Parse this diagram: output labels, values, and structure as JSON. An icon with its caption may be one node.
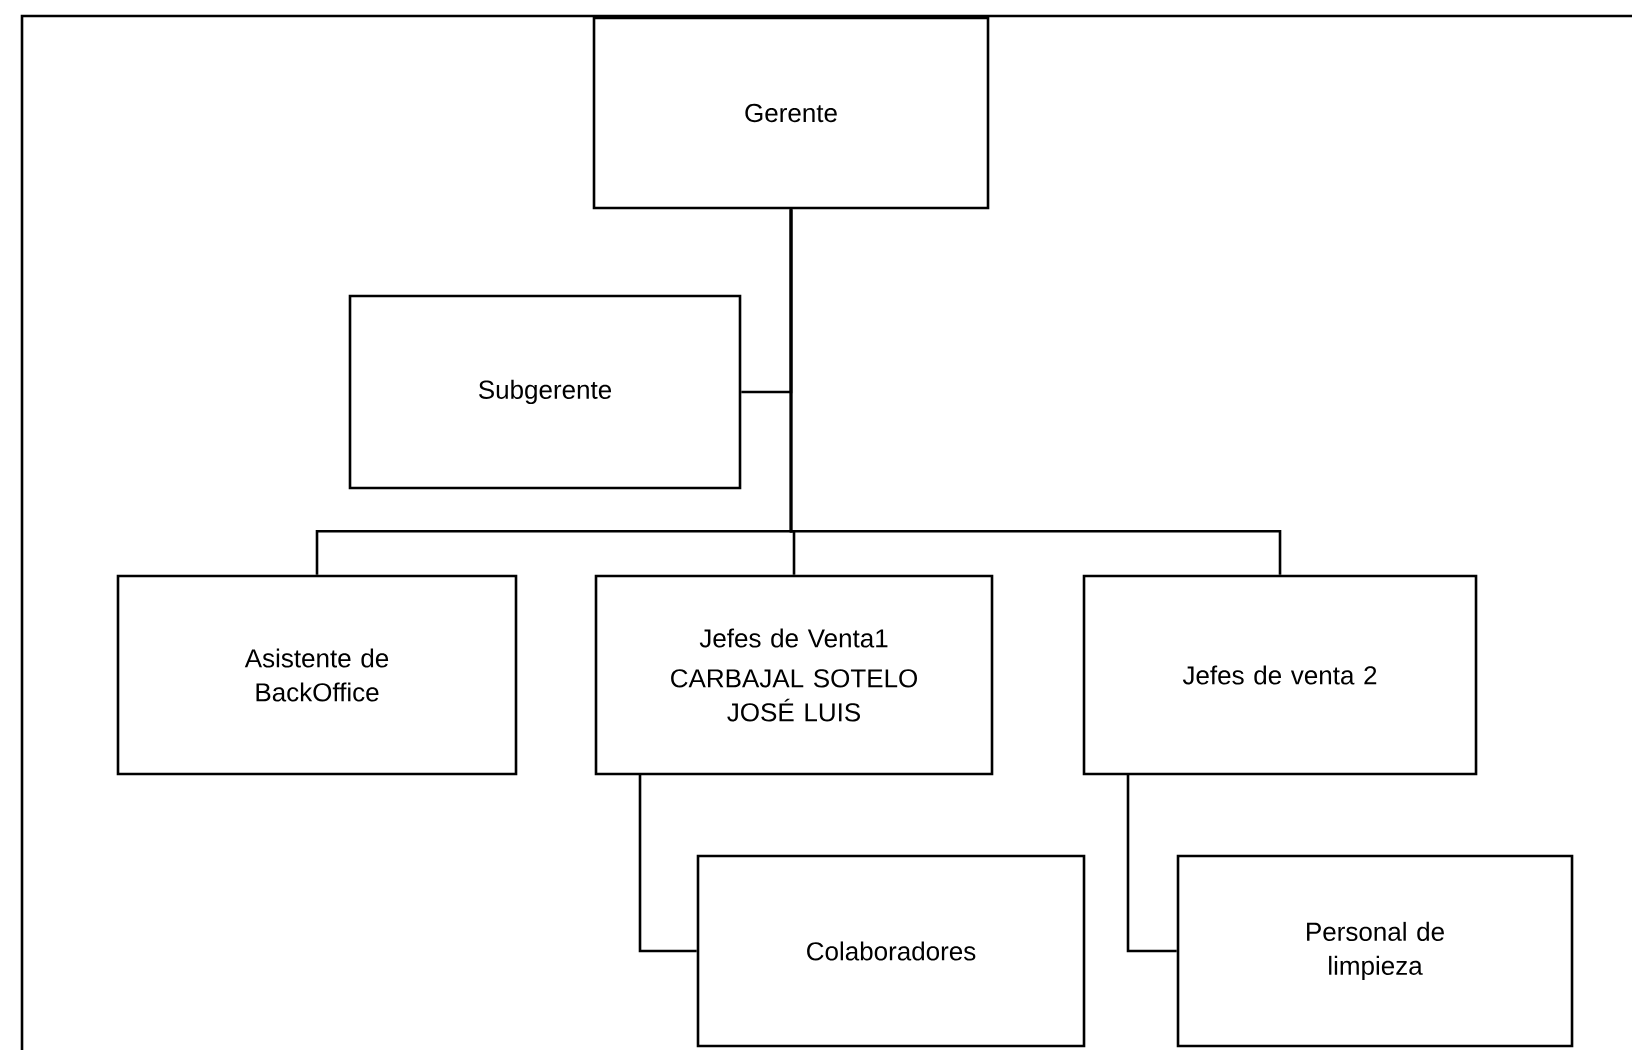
{
  "diagram": {
    "nodes": [
      {
        "text": [
          "Gerente"
        ]
      },
      {
        "text": [
          "Subgerente"
        ]
      },
      {
        "text": [
          "Asistente de BackOffice"
        ]
      },
      {
        "text": [
          "Jefes de Venta1",
          "CARBAJAL SOTELO JOSÉ LUIS"
        ]
      },
      {
        "text": [
          "Jefes de venta 2"
        ]
      },
      {
        "text": [
          "Colaboradores"
        ]
      },
      {
        "text": [
          "Personal de limpieza"
        ]
      }
    ],
    "edges": [
      {
        "from": 0,
        "to": 1,
        "arrow": "none"
      },
      {
        "from": 0,
        "to": 2,
        "arrow": "none"
      },
      {
        "from": 0,
        "to": 3,
        "arrow": "none"
      },
      {
        "from": 0,
        "to": 4,
        "arrow": "none"
      },
      {
        "from": 3,
        "to": 5,
        "arrow": "none"
      },
      {
        "from": 4,
        "to": 6,
        "arrow": "none"
      }
    ]
  }
}
